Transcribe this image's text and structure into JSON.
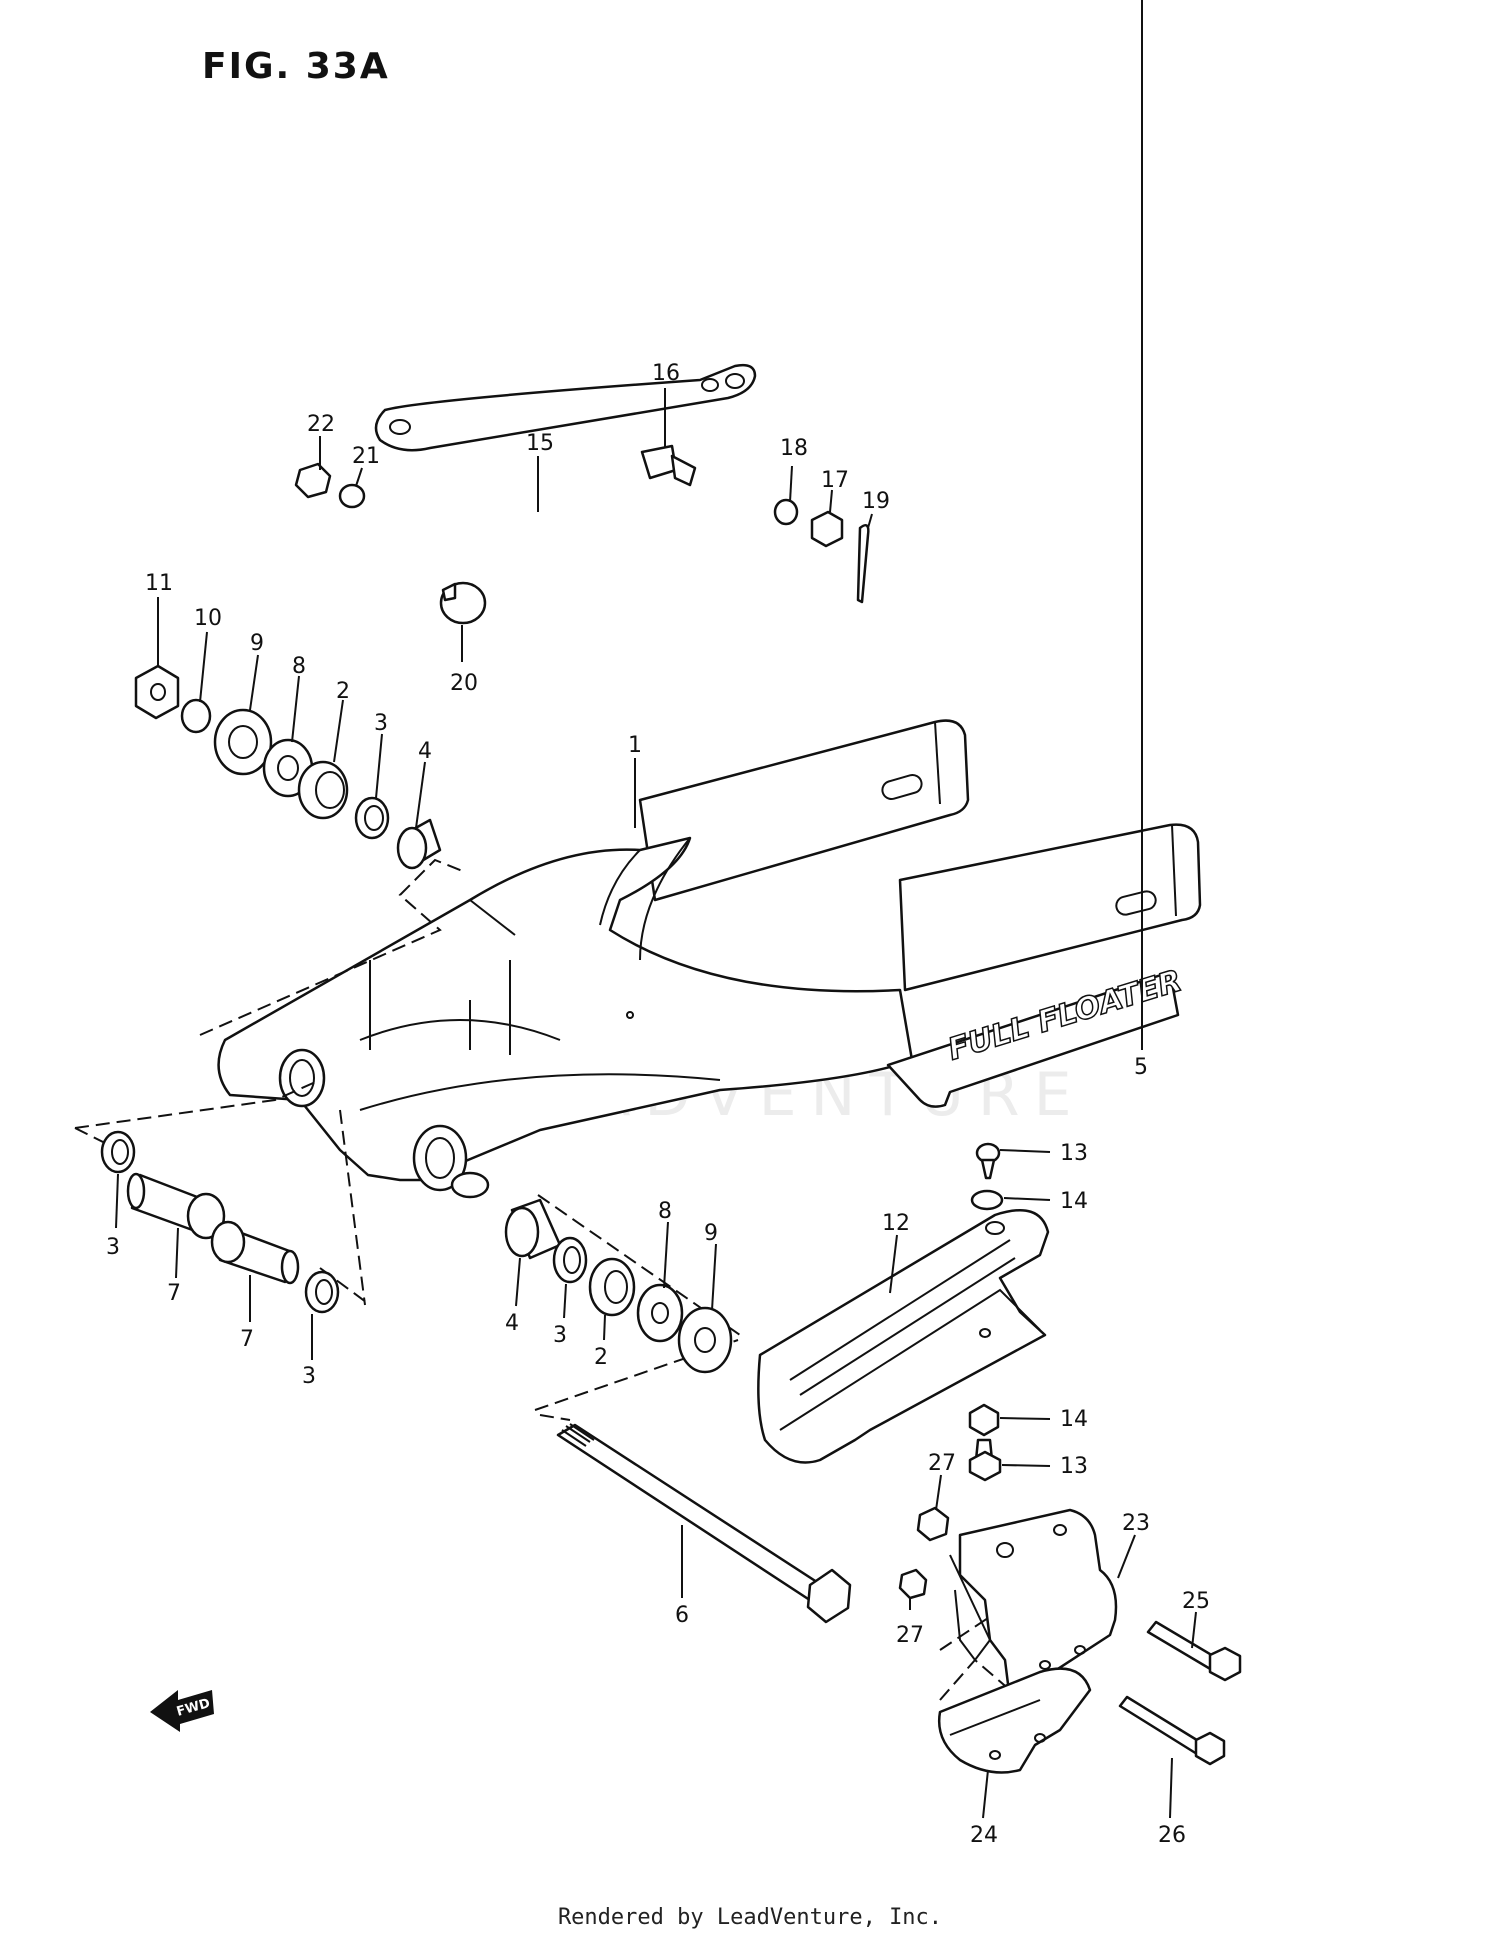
{
  "figure": {
    "title": "FIG. 33A"
  },
  "watermark": "LEADVENTURE",
  "fwd_label": "FWD",
  "decal_text": "FULL FLOATER",
  "footer": "Rendered by LeadVenture, Inc.",
  "callouts": [
    {
      "id": "c16a",
      "label": "16"
    },
    {
      "id": "c22",
      "label": "22"
    },
    {
      "id": "c21",
      "label": "21"
    },
    {
      "id": "c15",
      "label": "15"
    },
    {
      "id": "c18",
      "label": "18"
    },
    {
      "id": "c17",
      "label": "17"
    },
    {
      "id": "c19",
      "label": "19"
    },
    {
      "id": "c20",
      "label": "20"
    },
    {
      "id": "c11",
      "label": "11"
    },
    {
      "id": "c10",
      "label": "10"
    },
    {
      "id": "c9a",
      "label": "9"
    },
    {
      "id": "c8a",
      "label": "8"
    },
    {
      "id": "c2a",
      "label": "2"
    },
    {
      "id": "c3a",
      "label": "3"
    },
    {
      "id": "c4a",
      "label": "4"
    },
    {
      "id": "c1",
      "label": "1"
    },
    {
      "id": "c5",
      "label": "5"
    },
    {
      "id": "c13a",
      "label": "13"
    },
    {
      "id": "c14a",
      "label": "14"
    },
    {
      "id": "c12",
      "label": "12"
    },
    {
      "id": "c3b",
      "label": "3"
    },
    {
      "id": "c7a",
      "label": "7"
    },
    {
      "id": "c7b",
      "label": "7"
    },
    {
      "id": "c3c",
      "label": "3"
    },
    {
      "id": "c4b",
      "label": "4"
    },
    {
      "id": "c3d",
      "label": "3"
    },
    {
      "id": "c2b",
      "label": "2"
    },
    {
      "id": "c8b",
      "label": "8"
    },
    {
      "id": "c9b",
      "label": "9"
    },
    {
      "id": "c14b",
      "label": "14"
    },
    {
      "id": "c13b",
      "label": "13"
    },
    {
      "id": "c27a",
      "label": "27"
    },
    {
      "id": "c23",
      "label": "23"
    },
    {
      "id": "c27b",
      "label": "27"
    },
    {
      "id": "c25",
      "label": "25"
    },
    {
      "id": "c6",
      "label": "6"
    },
    {
      "id": "c26",
      "label": "26"
    },
    {
      "id": "c24",
      "label": "24"
    }
  ]
}
